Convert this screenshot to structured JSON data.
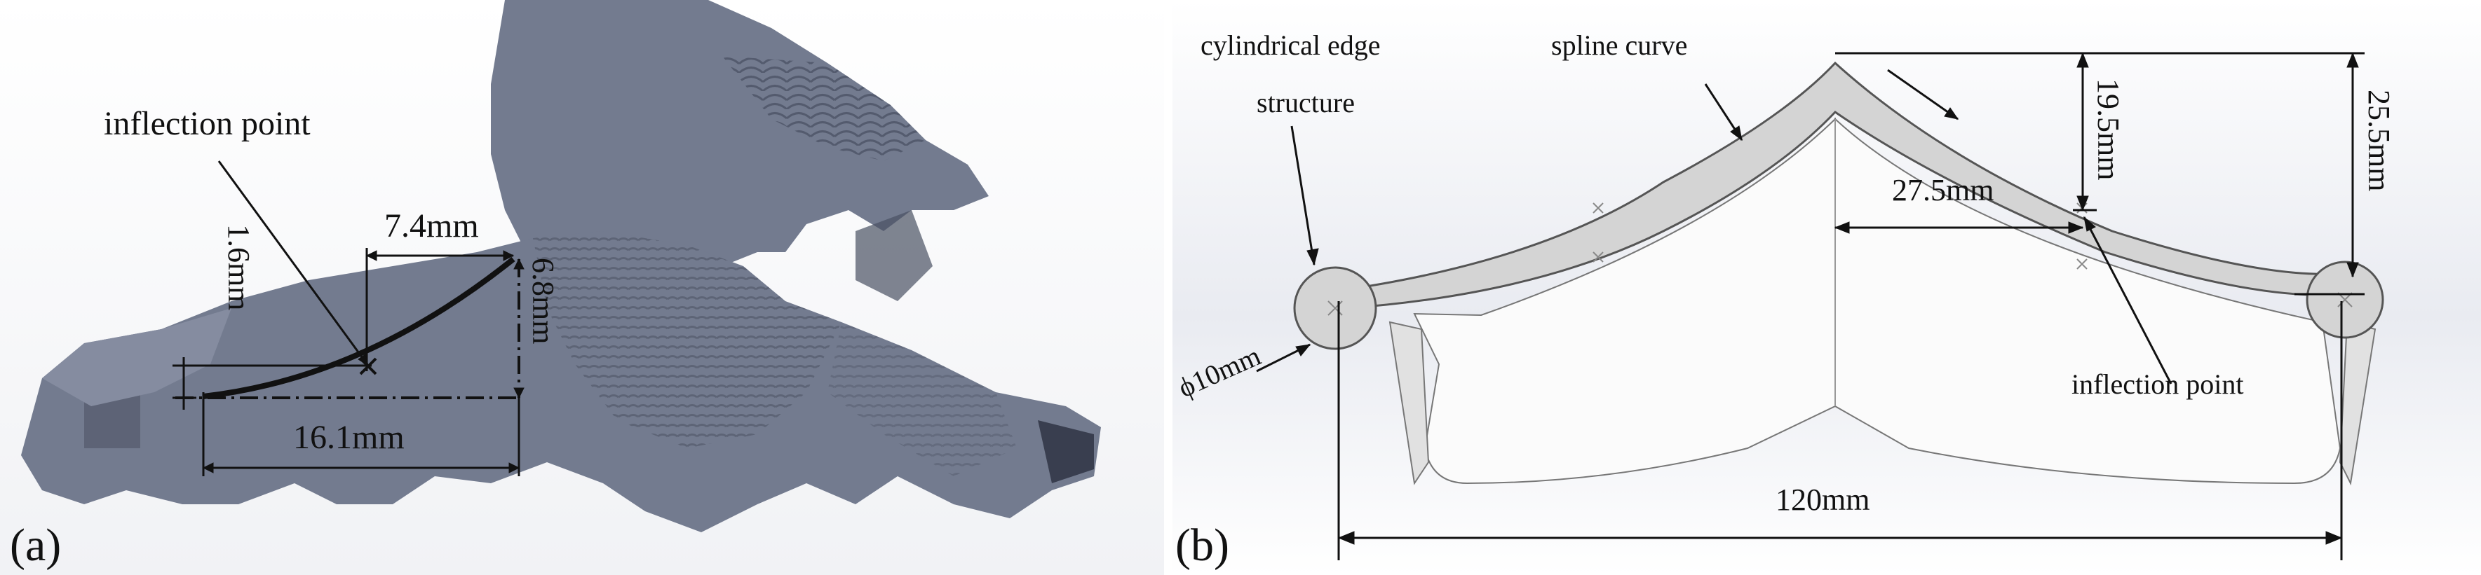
{
  "panel_a": {
    "panel_label": "(a)",
    "inflection_label": "inflection point",
    "dim_height_small": "1.6mm",
    "dim_top_width": "7.4mm",
    "dim_height_large": "6.8mm",
    "dim_base_width": "16.1mm"
  },
  "panel_b": {
    "panel_label": "(b)",
    "cyl_label_line1": "cylindrical edge",
    "cyl_label_line2": "structure",
    "spline_label": "spline curve",
    "dim_inner_height": "19.5mm",
    "dim_total_height": "25.5mm",
    "dim_half_span": "27.5mm",
    "dim_diameter": "ϕ10mm",
    "inflection_label": "inflection point",
    "dim_total_width": "120mm"
  },
  "colors": {
    "specimen": "#737b8f",
    "specimen_dark": "#4a5163",
    "shell": "#d4d4d4",
    "ink": "#111111"
  }
}
